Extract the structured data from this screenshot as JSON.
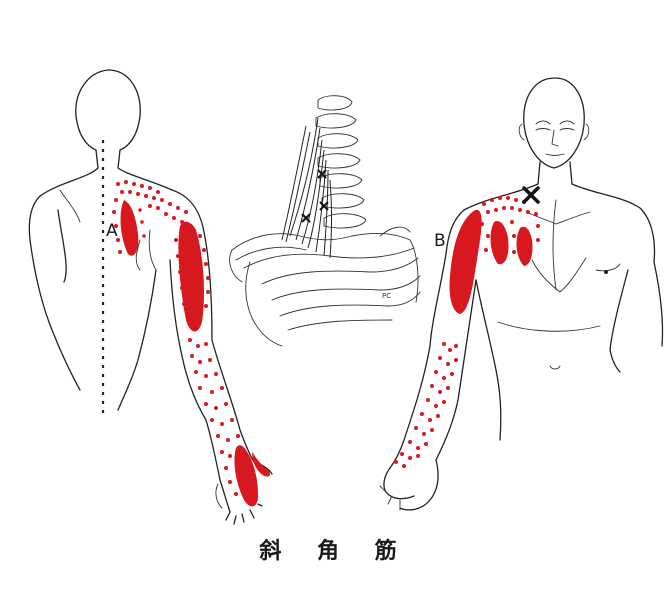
{
  "figure": {
    "label_a": "A",
    "label_b": "B",
    "caption": "斜 角 筋",
    "pain_color": "#d7191f",
    "ink_color": "#222222",
    "trigger_marker": "x-mark-icon"
  }
}
